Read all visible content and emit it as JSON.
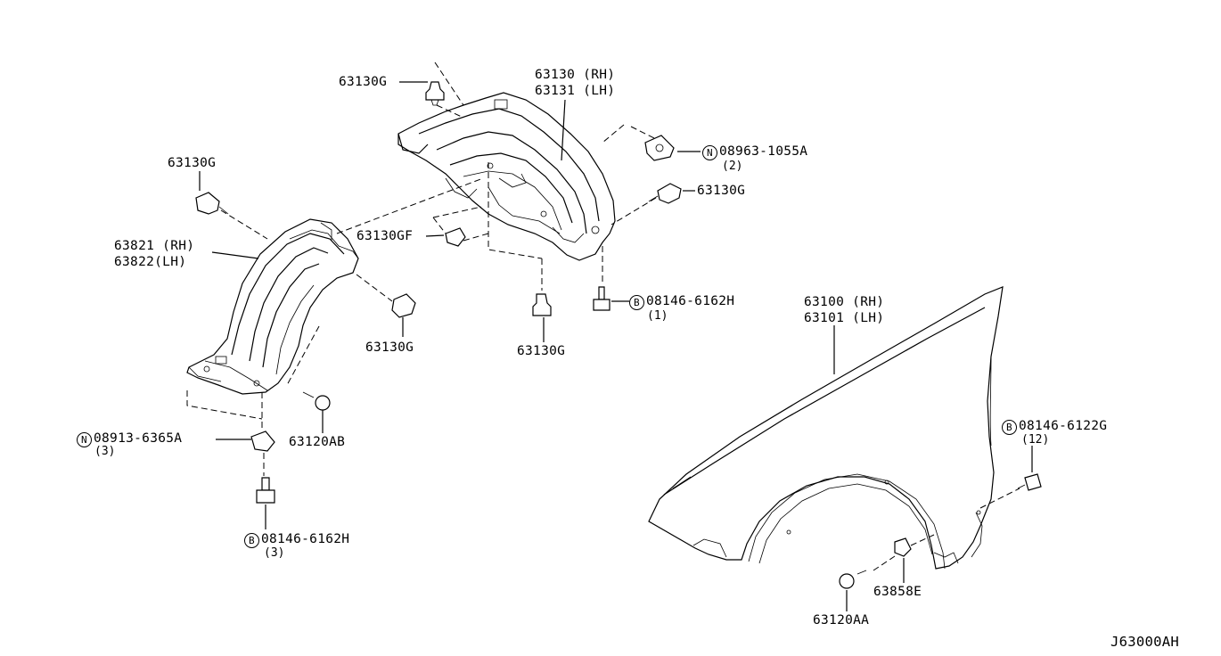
{
  "diagram_id": "J63000AH",
  "labels": {
    "clip_top": "63130G",
    "liner_rear_rh": "63130 (RH)",
    "liner_rear_lh": "63131 (LH)",
    "nut_rh_line": "08963-1055A",
    "nut_rh_qty": "(2)",
    "nut_rh_sym": "N",
    "clip_left": "63130G",
    "clip_right": "63130G",
    "clip_gf": "63130GF",
    "liner_front_rh": "63821 (RH)",
    "liner_front_lh": "63822(LH)",
    "clip_center": "63130G",
    "clip_bottom_center": "63130G",
    "bolt_mid_line": "08146-6162H",
    "bolt_mid_qty": "(1)",
    "bolt_mid_sym": "B",
    "fender_rh": "63100 (RH)",
    "fender_lh": "63101 (LH)",
    "screw_ab": "63120AB",
    "nut_left_line": "08913-6365A",
    "nut_left_qty": "(3)",
    "nut_left_sym": "N",
    "bolt_left_line": "08146-6162H",
    "bolt_left_qty": "(3)",
    "bolt_left_sym": "B",
    "bolt_fender_line": "08146-6122G",
    "bolt_fender_qty": "(12)",
    "bolt_fender_sym": "B",
    "clip_e": "63858E",
    "screw_aa": "63120AA"
  }
}
